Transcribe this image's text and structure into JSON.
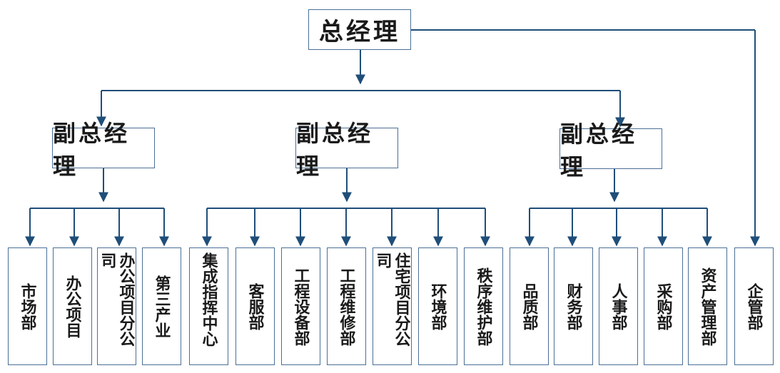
{
  "general_manager": "总经理",
  "deputies": [
    "副总经理",
    "副总经理",
    "副总经理"
  ],
  "departments": [
    "市场部",
    "办公项目",
    "办公项目分公司",
    "第三产业",
    "集成指挥中心",
    "客服部",
    "工程设备部",
    "工程维修部",
    "住宅项目分公司",
    "环境部",
    "秩序维护部",
    "品质部",
    "财务部",
    "人事部",
    "采购部",
    "资产管理部",
    "企管部"
  ],
  "colors": {
    "line": "#1f4e79",
    "border": "#4b6f96",
    "text": "#1a1a1a"
  }
}
